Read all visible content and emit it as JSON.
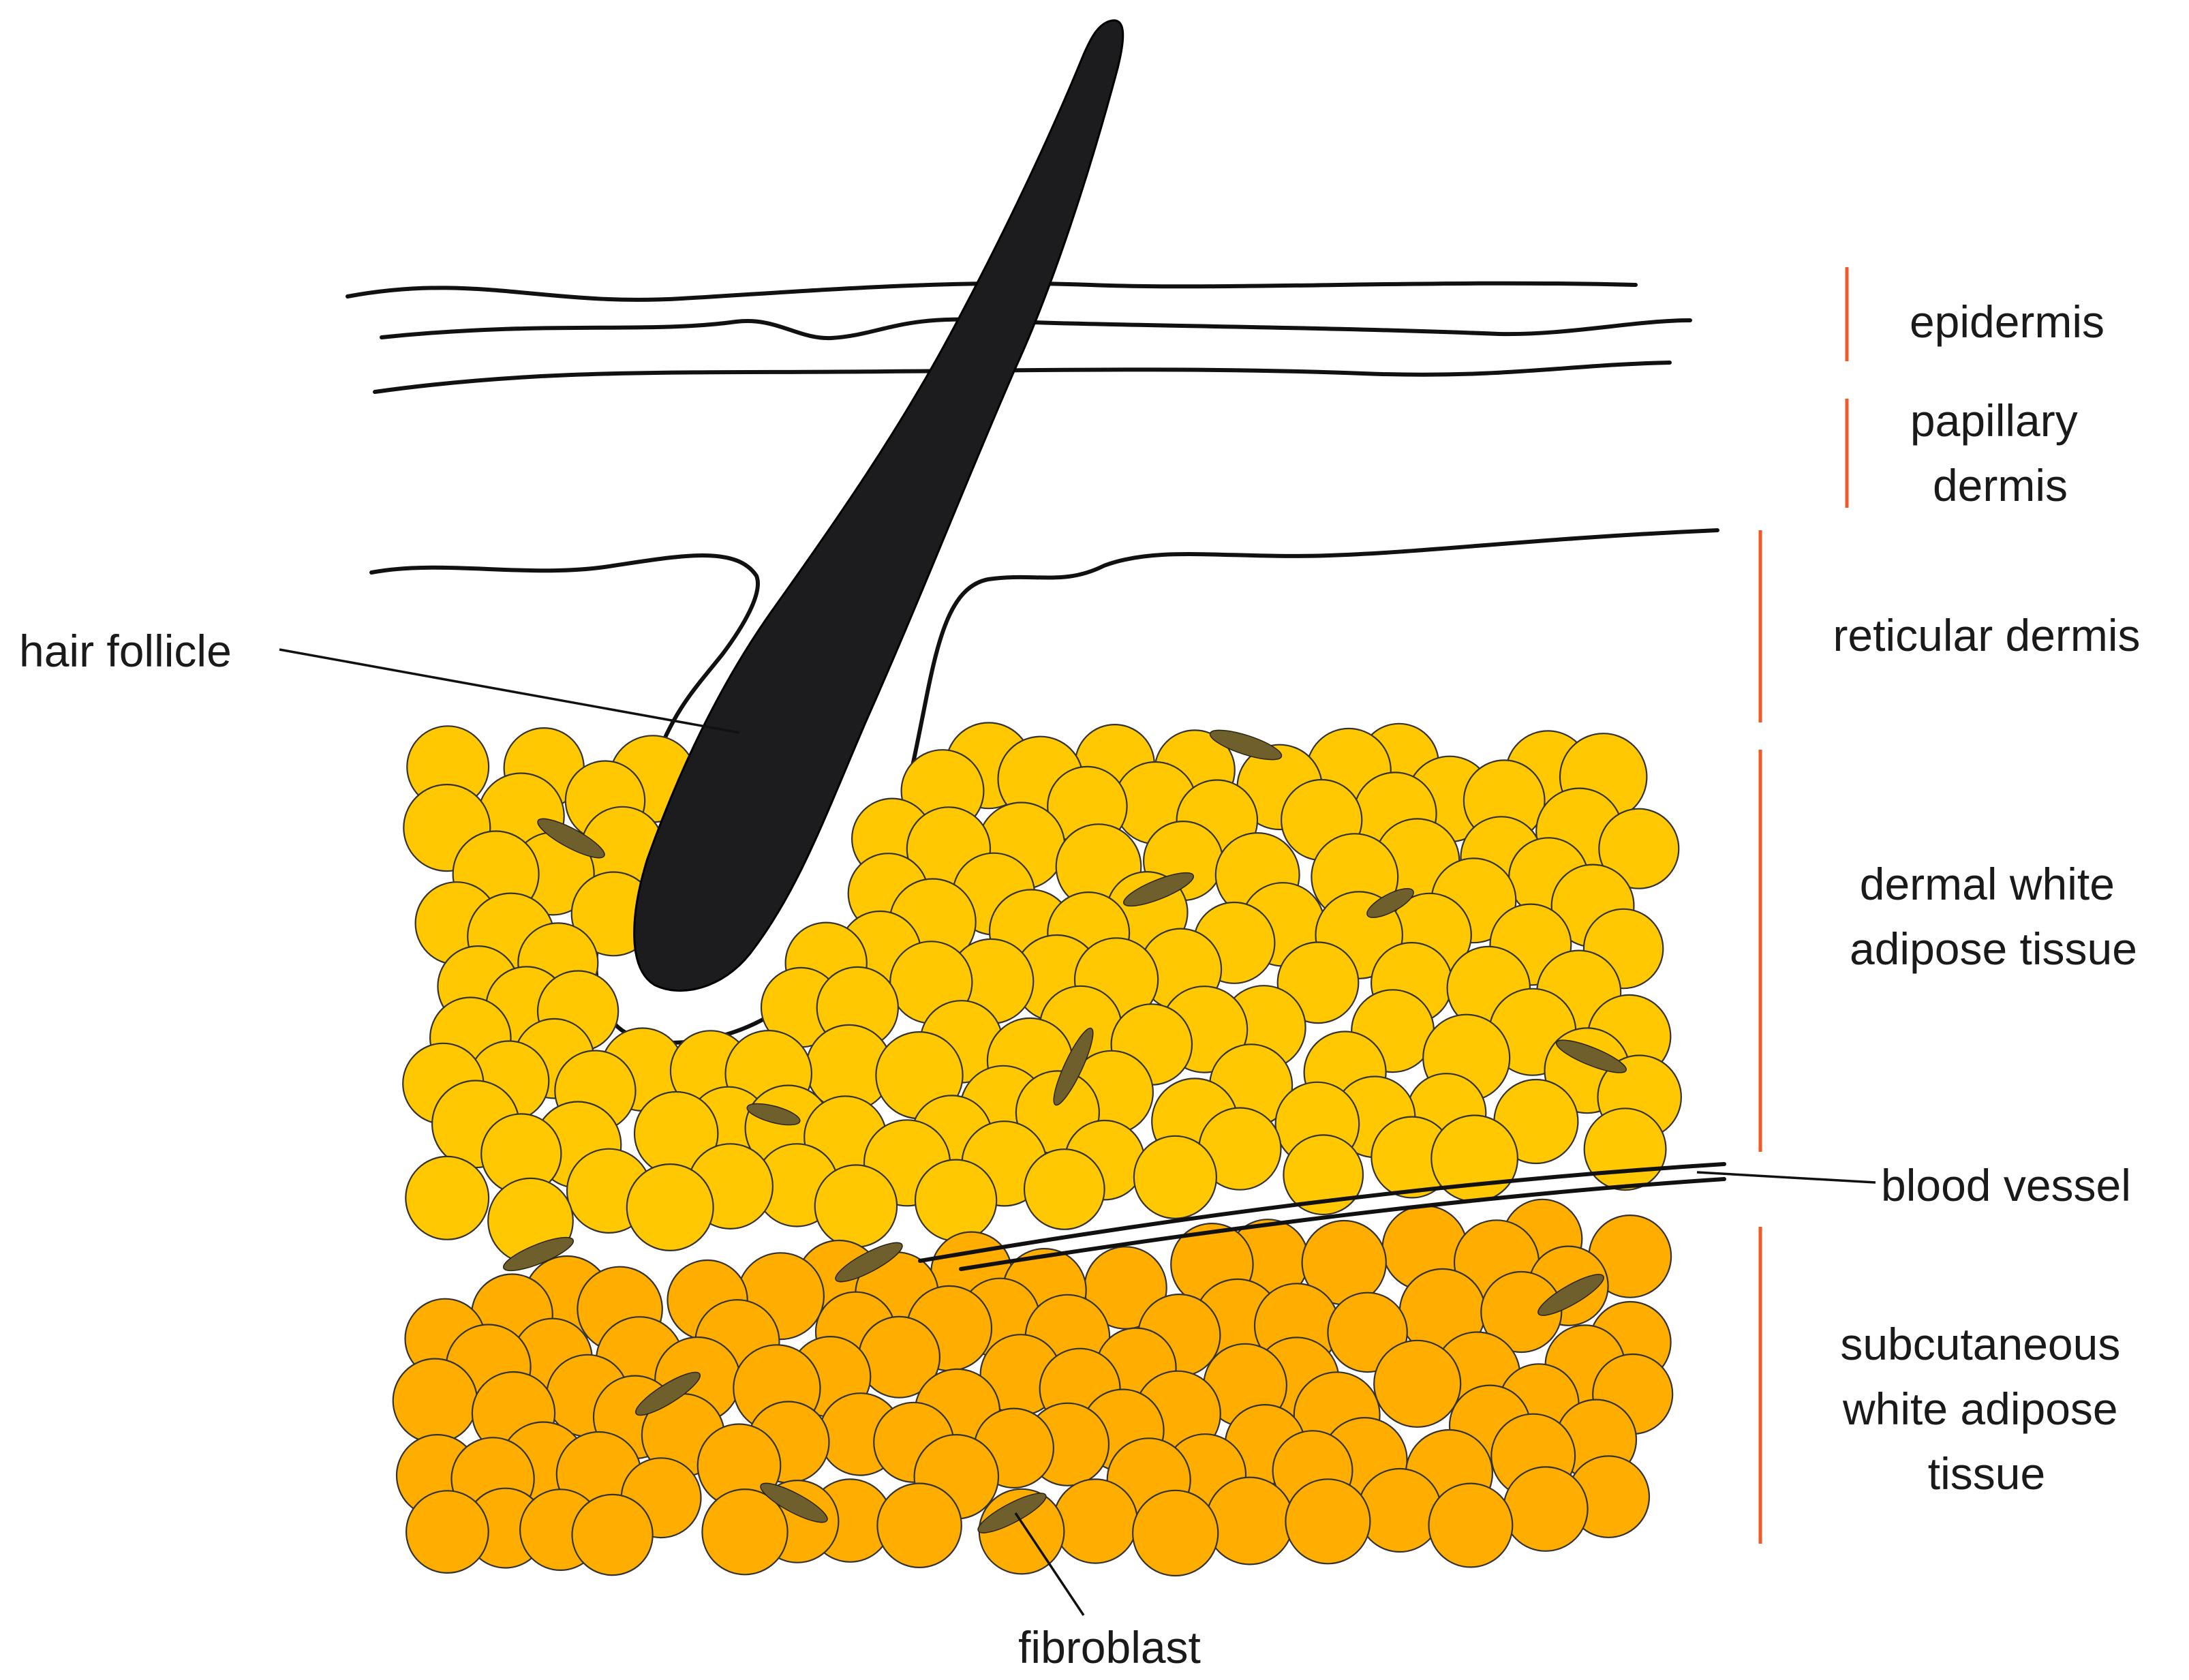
{
  "colors": {
    "dermal_fat": "#FFC800",
    "subcutaneous_fat": "#FFAE00",
    "fibroblast": "#6E5F2C",
    "hair": "#1C1C1E",
    "bracket": "#F05A2A"
  },
  "layers": [
    {
      "id": "epidermis",
      "lines": [
        "epidermis"
      ]
    },
    {
      "id": "papillary",
      "lines": [
        "papillary",
        "dermis"
      ]
    },
    {
      "id": "reticular",
      "lines": [
        "reticular dermis"
      ]
    },
    {
      "id": "dwat",
      "lines": [
        "dermal white",
        "adipose tissue"
      ]
    },
    {
      "id": "swat",
      "lines": [
        "subcutaneous",
        "white adipose",
        "tissue"
      ]
    }
  ],
  "callouts": {
    "hair_follicle": "hair follicle",
    "blood_vessel": "blood vessel",
    "fibroblast": "fibroblast"
  },
  "icons": [
    "hair-follicle-shape",
    "adipocyte-circle",
    "fibroblast-ellipse",
    "blood-vessel-line"
  ]
}
